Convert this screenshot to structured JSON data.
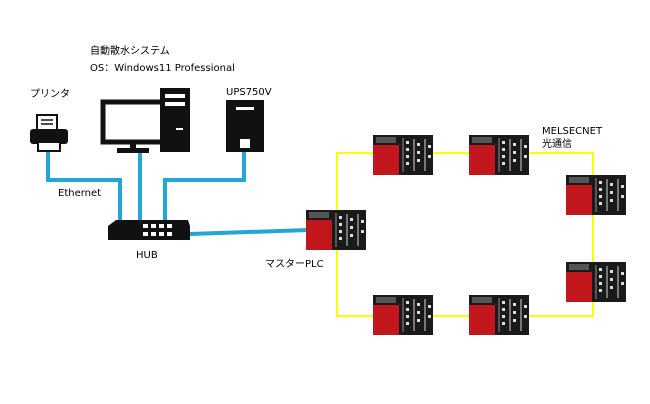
{
  "labels": {
    "system_name": "自動散水システム",
    "os": "OS：Windows11 Professional",
    "printer": "プリンタ",
    "ups": "UPS750V",
    "ethernet": "Ethernet",
    "hub": "HUB",
    "master_plc": "マスターPLC",
    "network_line1": "MELSECNET",
    "network_line2": "光通信"
  },
  "colors": {
    "ethernet_cable": "#23a6d5",
    "optical_loop": "#ffff00",
    "device_black": "#111111",
    "plc_red": "#c0161c"
  },
  "icons": [
    "printer-icon",
    "desktop-pc-icon",
    "ups-icon",
    "hub-icon",
    "plc-icon"
  ]
}
